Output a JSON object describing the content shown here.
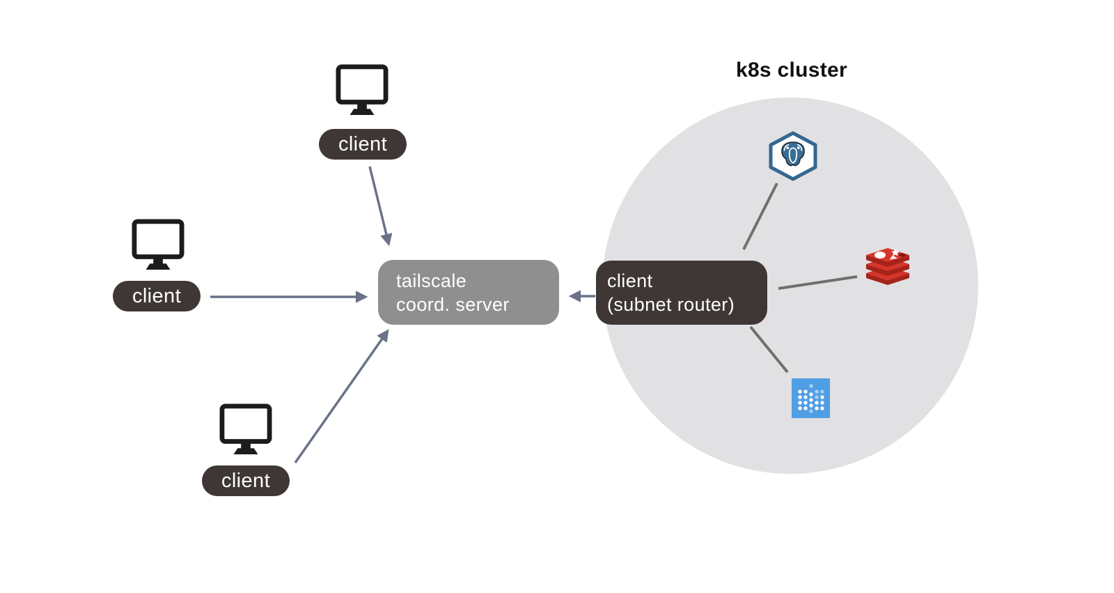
{
  "cluster": {
    "title": "k8s cluster",
    "services": [
      {
        "name": "postgresql",
        "icon": "postgresql-elephant-icon"
      },
      {
        "name": "redis",
        "icon": "redis-stack-icon"
      },
      {
        "name": "metabase",
        "icon": "metabase-dots-icon"
      }
    ]
  },
  "clients": [
    {
      "label": "client",
      "icon": "monitor-icon",
      "position": "top"
    },
    {
      "label": "client",
      "icon": "monitor-icon",
      "position": "middle-left"
    },
    {
      "label": "client",
      "icon": "monitor-icon",
      "position": "bottom"
    }
  ],
  "coord_server": {
    "line1": "tailscale",
    "line2": "coord. server"
  },
  "subnet_router": {
    "line1": "client",
    "line2": "(subnet router)"
  },
  "colors": {
    "bg": "#ffffff",
    "arrow": "#6a7288",
    "link": "#6f6f6f",
    "cluster_circle": "#e1e0e3",
    "server_box": "#8f8f8f",
    "dark_box": "#3f3735",
    "monitor": "#1c1c1c",
    "title": "#111111",
    "label_text": "#ffffff",
    "postgres_blue": "#336791",
    "postgres_body": "#3a6e96",
    "redis_red": "#d5352b",
    "redis_dark": "#a6231a",
    "redis_hole": "#7e150f",
    "metabase_blue": "#509ee3"
  }
}
